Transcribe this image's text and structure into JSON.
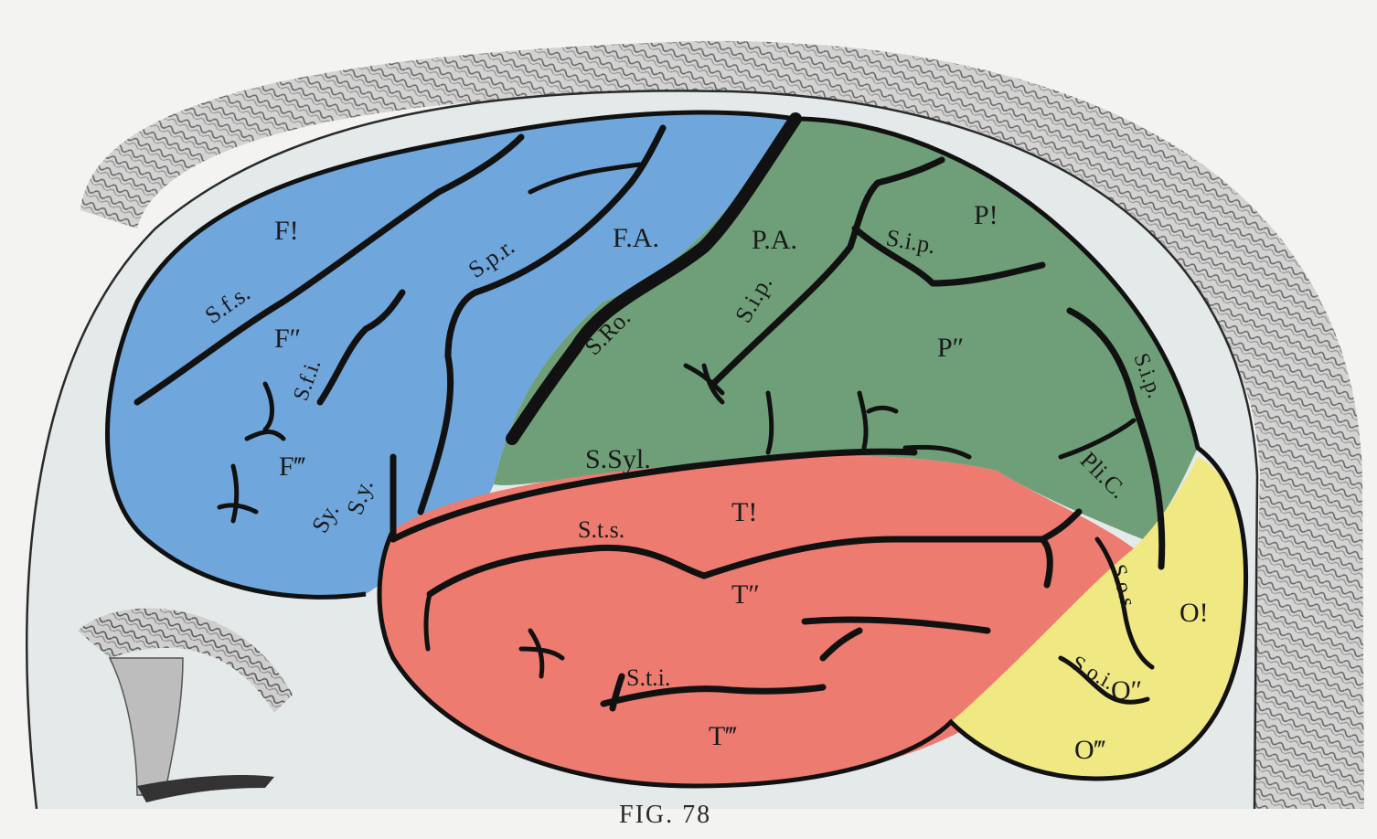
{
  "colors": {
    "frontal": "#6fa6dc",
    "parietal": "#6f9f78",
    "temporal": "#ee7b70",
    "occipital": "#efe883",
    "background": "#f3f4f1",
    "skull": "#e4e9ea",
    "hair": "#7a7a7a"
  },
  "labels": {
    "f1": "F!",
    "sfs": "S.f.s.",
    "f2": "F″",
    "sfi": "S.f.i.",
    "f3": "F‴",
    "sy": "Sy.",
    "sy2": "S.y.",
    "spr": "S.p.r.",
    "fa": "F.A.",
    "sro": "S.Ro.",
    "pa": "P.A.",
    "sip1": "S.i.p.",
    "p1": "P!",
    "sip2": "S.i.p.",
    "p2": "P″",
    "sip3": "S.i.p.",
    "plic": "Pli.C.",
    "ssyl": "S.Syl.",
    "t1": "T!",
    "sts": "S.t.s.",
    "t2": "T″",
    "sti": "S.t.i.",
    "t3": "T‴",
    "sos": "S.o.s.",
    "o1": "O!",
    "soi": "S.o.i.",
    "o2": "O″",
    "o3": "O‴"
  },
  "caption": "FIG. 78"
}
